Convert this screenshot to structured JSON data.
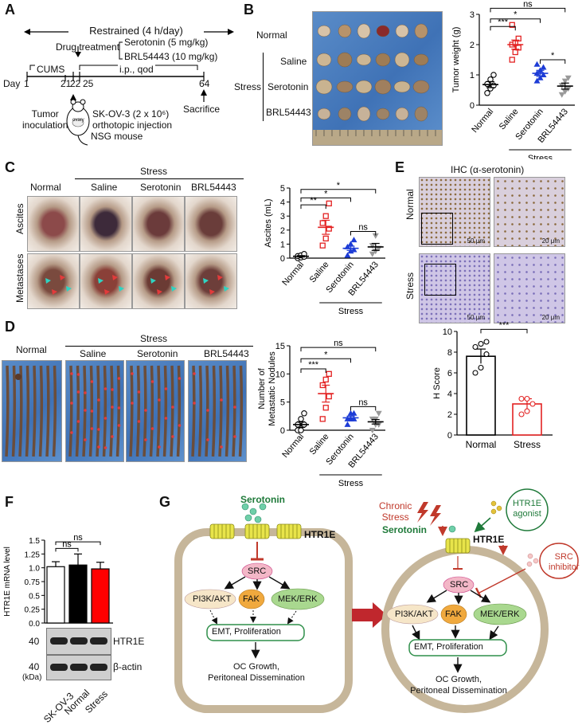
{
  "panels": {
    "A": {
      "label": "A",
      "restrained": "Restrained (4 h/day)",
      "drug_treatment": "Drug treatment",
      "serotonin_dose": "Serotonin (5 mg/kg)",
      "brl_dose": "BRL54443 (10 mg/kg)",
      "cums": "CUMS",
      "ip": "i.p., qod",
      "day_label": "Day",
      "days": [
        "1",
        "21",
        "22",
        "25",
        "64"
      ],
      "tumor_inoculation": "Tumor\ninoculation",
      "skov3": "SK-OV-3 (2 x 10⁶)\northotopic injection",
      "mouse": "NSG mouse",
      "ovary": "ovary",
      "sacrifice": "Sacrifice"
    },
    "B": {
      "label": "B",
      "row_labels": [
        "Normal",
        "Saline",
        "Serotonin",
        "BRL54443"
      ],
      "stress": "Stress",
      "ylabel": "Tumor weight (g)",
      "group_label": "Stress",
      "sig": [
        "ns",
        "*",
        "***",
        "*"
      ]
    },
    "C": {
      "label": "C",
      "col_labels": [
        "Normal",
        "Saline",
        "Serotonin",
        "BRL54443"
      ],
      "stress": "Stress",
      "row_labels": [
        "Ascites",
        "Metastases"
      ],
      "ylabel": "Ascites (mL)",
      "group_label": "Stress",
      "sig": [
        "*",
        "*",
        "**",
        "ns"
      ]
    },
    "D": {
      "label": "D",
      "col_labels": [
        "Normal",
        "Saline",
        "Serotonin",
        "BRL54443"
      ],
      "stress": "Stress",
      "ylabel": "Number of\nMetastatic Nodules",
      "group_label": "Stress",
      "sig": [
        "ns",
        "*",
        "***",
        "ns"
      ]
    },
    "E": {
      "label": "E",
      "title": "IHC (α-serotonin)",
      "row_labels": [
        "Normal",
        "Stress"
      ],
      "scale_50": "50 μm",
      "scale_20": "20 μm",
      "ylabel": "H Score",
      "sig": "***"
    },
    "F": {
      "label": "F",
      "ylabel": "HTR1E mRNA level",
      "sig": [
        "ns",
        "ns"
      ],
      "blot_bands": [
        "HTR1E",
        "β-actin"
      ],
      "kda_marks": [
        "40",
        "40"
      ],
      "kda_unit": "(kDa)",
      "lanes": [
        "SK-OV-3",
        "Normal",
        "Stress"
      ]
    },
    "G": {
      "label": "G",
      "serotonin": "Serotonin",
      "htr1e": "HTR1E",
      "src": "SRC",
      "pi3k": "PI3K/AKT",
      "fak": "FAK",
      "mek": "MEK/ERK",
      "emt": "EMT, Proliferation",
      "outcome": "OC Growth,\nPeritoneal Dissemination",
      "chronic_stress": "Chronic\nStress",
      "htr1e_agonist": "HTR1E\nagonist",
      "src_inhibitor": "SRC\ninhibitor"
    }
  },
  "chart_data": [
    {
      "panel": "B",
      "type": "scatter",
      "categories": [
        "Normal",
        "Saline",
        "Serotonin",
        "BRL54443"
      ],
      "ylabel": "Tumor weight (g)",
      "ylim": [
        0,
        3
      ],
      "yticks": [
        0,
        1,
        2,
        3
      ],
      "series": [
        {
          "category": "Normal",
          "values": [
            0.4,
            0.55,
            0.65,
            0.7,
            0.85,
            1.0
          ],
          "mean": 0.68,
          "sem": 0.1
        },
        {
          "category": "Saline",
          "values": [
            1.5,
            1.75,
            1.9,
            2.0,
            2.05,
            2.2,
            2.65
          ],
          "mean": 2.0,
          "sem": 0.15
        },
        {
          "category": "Serotonin",
          "values": [
            0.8,
            0.9,
            1.0,
            1.05,
            1.15,
            1.25,
            1.35
          ],
          "mean": 1.05,
          "sem": 0.1
        },
        {
          "category": "BRL54443",
          "values": [
            0.35,
            0.45,
            0.55,
            0.65,
            0.8,
            0.9
          ],
          "mean": 0.63,
          "sem": 0.1
        }
      ]
    },
    {
      "panel": "C",
      "type": "scatter",
      "categories": [
        "Normal",
        "Saline",
        "Serotonin",
        "BRL54443"
      ],
      "ylabel": "Ascites (mL)",
      "ylim": [
        0,
        5
      ],
      "yticks": [
        0,
        1,
        2,
        3,
        4,
        5
      ],
      "series": [
        {
          "category": "Normal",
          "values": [
            0.0,
            0.05,
            0.1,
            0.15,
            0.2,
            0.3
          ],
          "mean": 0.13,
          "sem": 0.05
        },
        {
          "category": "Saline",
          "values": [
            0.9,
            1.4,
            2.1,
            2.5,
            3.0,
            3.9
          ],
          "mean": 2.2,
          "sem": 0.5
        },
        {
          "category": "Serotonin",
          "values": [
            0.2,
            0.5,
            0.6,
            0.8,
            1.0,
            1.3
          ],
          "mean": 0.7,
          "sem": 0.15
        },
        {
          "category": "BRL54443",
          "values": [
            0.3,
            0.5,
            0.7,
            0.9,
            1.6
          ],
          "mean": 0.8,
          "sem": 0.25
        }
      ]
    },
    {
      "panel": "D",
      "type": "scatter",
      "categories": [
        "Normal",
        "Saline",
        "Serotonin",
        "BRL54443"
      ],
      "ylabel": "Number of Metastatic Nodules",
      "ylim": [
        0,
        15
      ],
      "yticks": [
        0,
        5,
        10,
        15
      ],
      "series": [
        {
          "category": "Normal",
          "values": [
            0,
            0,
            1,
            1,
            2,
            3
          ],
          "mean": 1.0,
          "sem": 0.5
        },
        {
          "category": "Saline",
          "values": [
            2,
            4,
            6,
            8,
            9,
            10
          ],
          "mean": 6.5,
          "sem": 1.5
        },
        {
          "category": "Serotonin",
          "values": [
            1,
            2,
            2,
            2,
            3,
            3
          ],
          "mean": 2.2,
          "sem": 0.3
        },
        {
          "category": "BRL54443",
          "values": [
            0,
            1,
            1,
            2,
            2,
            3
          ],
          "mean": 1.5,
          "sem": 0.4
        }
      ]
    },
    {
      "panel": "E",
      "type": "bar",
      "categories": [
        "Normal",
        "Stress"
      ],
      "values": [
        7.6,
        3.0
      ],
      "errors": [
        0.7,
        0.5
      ],
      "points": [
        [
          6,
          6.5,
          7.8,
          8.5,
          8.8,
          9
        ],
        [
          2,
          2.3,
          3,
          3.5,
          3.5
        ]
      ],
      "ylabel": "H Score",
      "ylim": [
        0,
        10
      ],
      "yticks": [
        0,
        2,
        4,
        6,
        8,
        10
      ],
      "colors": [
        "#000000",
        "#e32222"
      ]
    },
    {
      "panel": "F",
      "type": "bar",
      "categories": [
        "SK-OV-3",
        "Normal",
        "Stress"
      ],
      "values": [
        1.02,
        1.05,
        0.98
      ],
      "errors": [
        0.09,
        0.2,
        0.12
      ],
      "ylabel": "HTR1E mRNA level",
      "ylim": [
        0,
        1.5
      ],
      "yticks": [
        0.0,
        0.25,
        0.5,
        0.75,
        1.0,
        1.25,
        1.5
      ],
      "colors": [
        "#ffffff",
        "#000000",
        "#ff0000"
      ]
    }
  ]
}
